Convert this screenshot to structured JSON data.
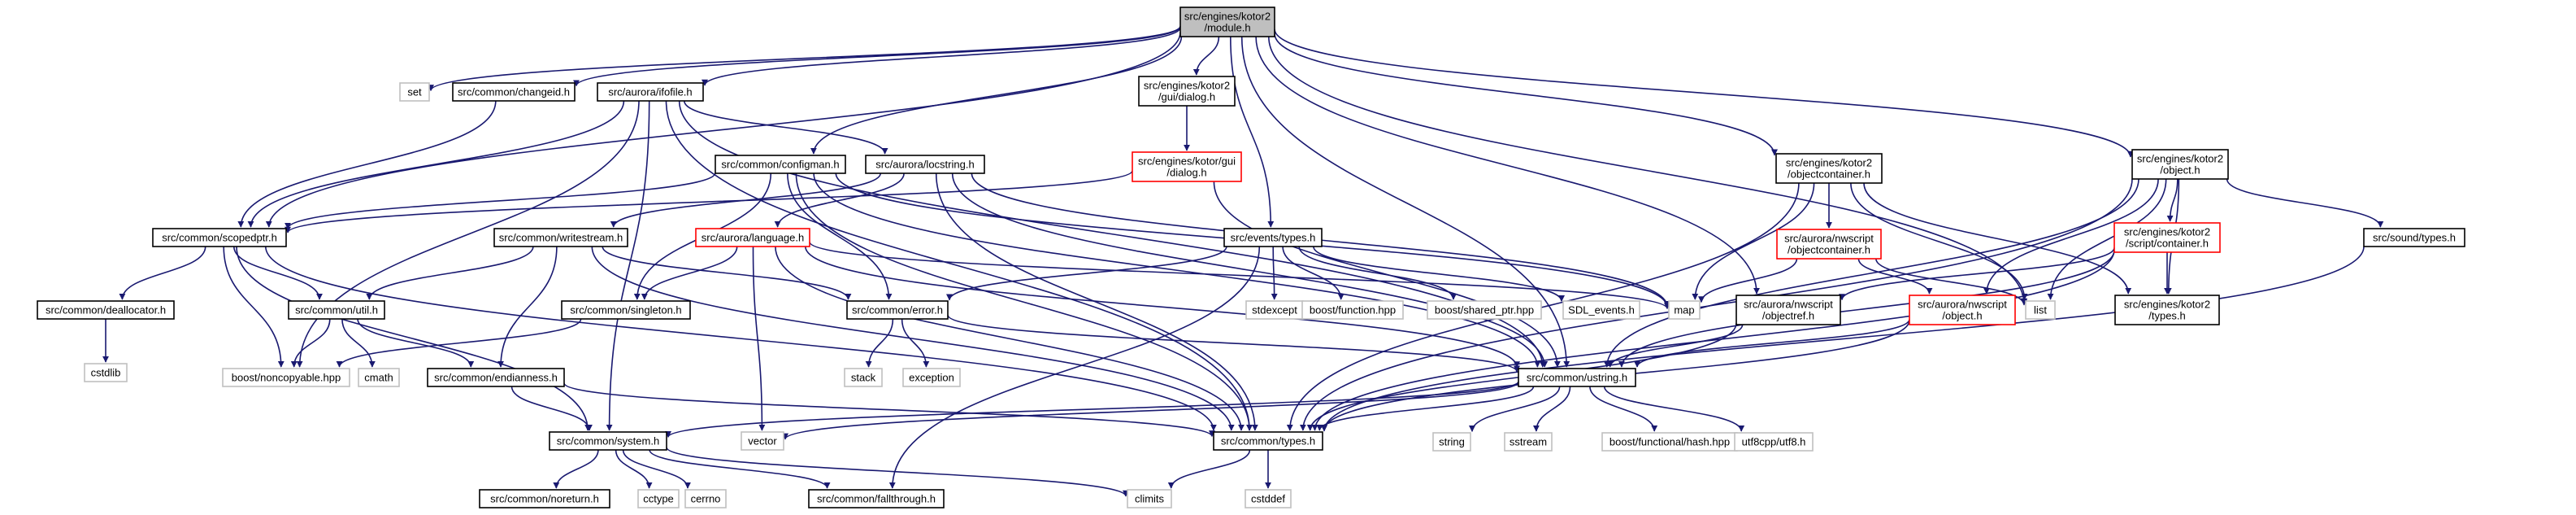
{
  "diagram": {
    "nodes": [
      {
        "id": "root",
        "lines": [
          "src/engines/kotor2",
          "/module.h"
        ],
        "style": "root"
      },
      {
        "id": "set",
        "lines": [
          "set"
        ],
        "style": "external"
      },
      {
        "id": "changeid",
        "lines": [
          "src/common/changeid.h"
        ],
        "style": "normal"
      },
      {
        "id": "ifofile",
        "lines": [
          "src/aurora/ifofile.h"
        ],
        "style": "normal"
      },
      {
        "id": "guidialog",
        "lines": [
          "src/engines/kotor2",
          "/gui/dialog.h"
        ],
        "style": "normal"
      },
      {
        "id": "kotorgui",
        "lines": [
          "src/engines/kotor/gui",
          "/dialog.h"
        ],
        "style": "incomplete"
      },
      {
        "id": "configman",
        "lines": [
          "src/common/configman.h"
        ],
        "style": "normal"
      },
      {
        "id": "locstring",
        "lines": [
          "src/aurora/locstring.h"
        ],
        "style": "normal"
      },
      {
        "id": "objcontainer",
        "lines": [
          "src/engines/kotor2",
          "/objectcontainer.h"
        ],
        "style": "normal"
      },
      {
        "id": "object",
        "lines": [
          "src/engines/kotor2",
          "/object.h"
        ],
        "style": "normal"
      },
      {
        "id": "scopedptr",
        "lines": [
          "src/common/scopedptr.h"
        ],
        "style": "normal"
      },
      {
        "id": "writestream",
        "lines": [
          "src/common/writestream.h"
        ],
        "style": "normal"
      },
      {
        "id": "language",
        "lines": [
          "src/aurora/language.h"
        ],
        "style": "incomplete"
      },
      {
        "id": "eventstypes",
        "lines": [
          "src/events/types.h"
        ],
        "style": "normal"
      },
      {
        "id": "nwsobjcontainer",
        "lines": [
          "src/aurora/nwscript",
          "/objectcontainer.h"
        ],
        "style": "incomplete"
      },
      {
        "id": "scriptcontainer",
        "lines": [
          "src/engines/kotor2",
          "/script/container.h"
        ],
        "style": "incomplete"
      },
      {
        "id": "soundtypes",
        "lines": [
          "src/sound/types.h"
        ],
        "style": "normal"
      },
      {
        "id": "deallocator",
        "lines": [
          "src/common/deallocator.h"
        ],
        "style": "normal"
      },
      {
        "id": "util",
        "lines": [
          "src/common/util.h"
        ],
        "style": "normal"
      },
      {
        "id": "singleton",
        "lines": [
          "src/common/singleton.h"
        ],
        "style": "normal"
      },
      {
        "id": "error",
        "lines": [
          "src/common/error.h"
        ],
        "style": "normal"
      },
      {
        "id": "stdexcept",
        "lines": [
          "stdexcept"
        ],
        "style": "external"
      },
      {
        "id": "boostfunction",
        "lines": [
          "boost/function.hpp"
        ],
        "style": "external"
      },
      {
        "id": "boostshared",
        "lines": [
          "boost/shared_ptr.hpp"
        ],
        "style": "external"
      },
      {
        "id": "sdlevents",
        "lines": [
          "SDL_events.h"
        ],
        "style": "external"
      },
      {
        "id": "map",
        "lines": [
          "map"
        ],
        "style": "external"
      },
      {
        "id": "objectref",
        "lines": [
          "src/aurora/nwscript",
          "/objectref.h"
        ],
        "style": "normal"
      },
      {
        "id": "nwsobject",
        "lines": [
          "src/aurora/nwscript",
          "/object.h"
        ],
        "style": "incomplete"
      },
      {
        "id": "list",
        "lines": [
          "list"
        ],
        "style": "external"
      },
      {
        "id": "kotor2types",
        "lines": [
          "src/engines/kotor2",
          "/types.h"
        ],
        "style": "normal"
      },
      {
        "id": "cstdlib",
        "lines": [
          "cstdlib"
        ],
        "style": "external"
      },
      {
        "id": "boostnoncopy",
        "lines": [
          "boost/noncopyable.hpp"
        ],
        "style": "external"
      },
      {
        "id": "cmath",
        "lines": [
          "cmath"
        ],
        "style": "external"
      },
      {
        "id": "endianness",
        "lines": [
          "src/common/endianness.h"
        ],
        "style": "normal"
      },
      {
        "id": "stack",
        "lines": [
          "stack"
        ],
        "style": "external"
      },
      {
        "id": "exception",
        "lines": [
          "exception"
        ],
        "style": "external"
      },
      {
        "id": "ustring",
        "lines": [
          "src/common/ustring.h"
        ],
        "style": "normal"
      },
      {
        "id": "system",
        "lines": [
          "src/common/system.h"
        ],
        "style": "normal"
      },
      {
        "id": "vector",
        "lines": [
          "vector"
        ],
        "style": "external"
      },
      {
        "id": "commontypes",
        "lines": [
          "src/common/types.h"
        ],
        "style": "normal"
      },
      {
        "id": "string",
        "lines": [
          "string"
        ],
        "style": "external"
      },
      {
        "id": "sstream",
        "lines": [
          "sstream"
        ],
        "style": "external"
      },
      {
        "id": "boosthash",
        "lines": [
          "boost/functional/hash.hpp"
        ],
        "style": "external"
      },
      {
        "id": "utf8",
        "lines": [
          "utf8cpp/utf8.h"
        ],
        "style": "external"
      },
      {
        "id": "noreturn",
        "lines": [
          "src/common/noreturn.h"
        ],
        "style": "normal"
      },
      {
        "id": "cctype",
        "lines": [
          "cctype"
        ],
        "style": "external"
      },
      {
        "id": "cerrno",
        "lines": [
          "cerrno"
        ],
        "style": "external"
      },
      {
        "id": "fallthrough",
        "lines": [
          "src/common/fallthrough.h"
        ],
        "style": "normal"
      },
      {
        "id": "climits",
        "lines": [
          "climits"
        ],
        "style": "external"
      },
      {
        "id": "cstddef",
        "lines": [
          "cstddef"
        ],
        "style": "external"
      }
    ],
    "edges": [
      [
        "root",
        "set"
      ],
      [
        "root",
        "changeid"
      ],
      [
        "root",
        "ifofile"
      ],
      [
        "root",
        "guidialog"
      ],
      [
        "root",
        "configman"
      ],
      [
        "root",
        "objcontainer"
      ],
      [
        "root",
        "object"
      ],
      [
        "root",
        "scopedptr"
      ],
      [
        "root",
        "eventstypes"
      ],
      [
        "root",
        "objectref"
      ],
      [
        "root",
        "list"
      ],
      [
        "root",
        "ustring"
      ],
      [
        "changeid",
        "scopedptr"
      ],
      [
        "ifofile",
        "scopedptr"
      ],
      [
        "ifofile",
        "locstring"
      ],
      [
        "ifofile",
        "boostnoncopy"
      ],
      [
        "ifofile",
        "ustring"
      ],
      [
        "ifofile",
        "commontypes"
      ],
      [
        "ifofile",
        "system"
      ],
      [
        "guidialog",
        "kotorgui"
      ],
      [
        "kotorgui",
        "scopedptr"
      ],
      [
        "kotorgui",
        "ustring"
      ],
      [
        "configman",
        "scopedptr"
      ],
      [
        "configman",
        "singleton"
      ],
      [
        "configman",
        "error"
      ],
      [
        "configman",
        "ustring"
      ],
      [
        "configman",
        "commontypes"
      ],
      [
        "configman",
        "map"
      ],
      [
        "locstring",
        "writestream"
      ],
      [
        "locstring",
        "language"
      ],
      [
        "locstring",
        "ustring"
      ],
      [
        "locstring",
        "commontypes"
      ],
      [
        "locstring",
        "map"
      ],
      [
        "objcontainer",
        "nwsobjcontainer"
      ],
      [
        "objcontainer",
        "kotor2types"
      ],
      [
        "objcontainer",
        "list"
      ],
      [
        "objcontainer",
        "map"
      ],
      [
        "objcontainer",
        "commontypes"
      ],
      [
        "object",
        "scriptcontainer"
      ],
      [
        "object",
        "kotor2types"
      ],
      [
        "object",
        "soundtypes"
      ],
      [
        "object",
        "nwsobject"
      ],
      [
        "object",
        "list"
      ],
      [
        "object",
        "ustring"
      ],
      [
        "object",
        "commontypes"
      ],
      [
        "scopedptr",
        "deallocator"
      ],
      [
        "scopedptr",
        "util"
      ],
      [
        "scopedptr",
        "boostnoncopy"
      ],
      [
        "scopedptr",
        "system"
      ],
      [
        "scopedptr",
        "commontypes"
      ],
      [
        "writestream",
        "util"
      ],
      [
        "writestream",
        "endianness"
      ],
      [
        "writestream",
        "error"
      ],
      [
        "writestream",
        "commontypes"
      ],
      [
        "language",
        "singleton"
      ],
      [
        "language",
        "vector"
      ],
      [
        "language",
        "commontypes"
      ],
      [
        "language",
        "map"
      ],
      [
        "language",
        "ustring"
      ],
      [
        "eventstypes",
        "stdexcept"
      ],
      [
        "eventstypes",
        "boostfunction"
      ],
      [
        "eventstypes",
        "boostshared"
      ],
      [
        "eventstypes",
        "sdlevents"
      ],
      [
        "eventstypes",
        "error"
      ],
      [
        "eventstypes",
        "fallthrough"
      ],
      [
        "nwsobjcontainer",
        "map"
      ],
      [
        "nwsobjcontainer",
        "list"
      ],
      [
        "nwsobjcontainer",
        "nwsobject"
      ],
      [
        "scriptcontainer",
        "objectref"
      ],
      [
        "scriptcontainer",
        "kotor2types"
      ],
      [
        "scriptcontainer",
        "ustring"
      ],
      [
        "scriptcontainer",
        "commontypes"
      ],
      [
        "soundtypes",
        "commontypes"
      ],
      [
        "deallocator",
        "cstdlib"
      ],
      [
        "util",
        "cmath"
      ],
      [
        "util",
        "endianness"
      ],
      [
        "util",
        "boostnoncopy"
      ],
      [
        "singleton",
        "boostnoncopy"
      ],
      [
        "error",
        "stack"
      ],
      [
        "error",
        "exception"
      ],
      [
        "error",
        "ustring"
      ],
      [
        "objectref",
        "ustring"
      ],
      [
        "objectref",
        "commontypes"
      ],
      [
        "nwsobject",
        "ustring"
      ],
      [
        "nwsobject",
        "commontypes"
      ],
      [
        "endianness",
        "system"
      ],
      [
        "endianness",
        "commontypes"
      ],
      [
        "ustring",
        "system"
      ],
      [
        "ustring",
        "vector"
      ],
      [
        "ustring",
        "commontypes"
      ],
      [
        "ustring",
        "string"
      ],
      [
        "ustring",
        "sstream"
      ],
      [
        "ustring",
        "boosthash"
      ],
      [
        "ustring",
        "utf8"
      ],
      [
        "system",
        "noreturn"
      ],
      [
        "system",
        "cctype"
      ],
      [
        "system",
        "cerrno"
      ],
      [
        "system",
        "fallthrough"
      ],
      [
        "system",
        "climits"
      ],
      [
        "commontypes",
        "climits"
      ],
      [
        "commontypes",
        "cstddef"
      ]
    ]
  },
  "colors": {
    "root_fill": "#bfbfbf",
    "normal_border": "#000000",
    "incomplete_border": "#ff0000",
    "external_border": "#bfbfbf",
    "edge": "#191970",
    "text": "#000000",
    "background": "#ffffff"
  }
}
